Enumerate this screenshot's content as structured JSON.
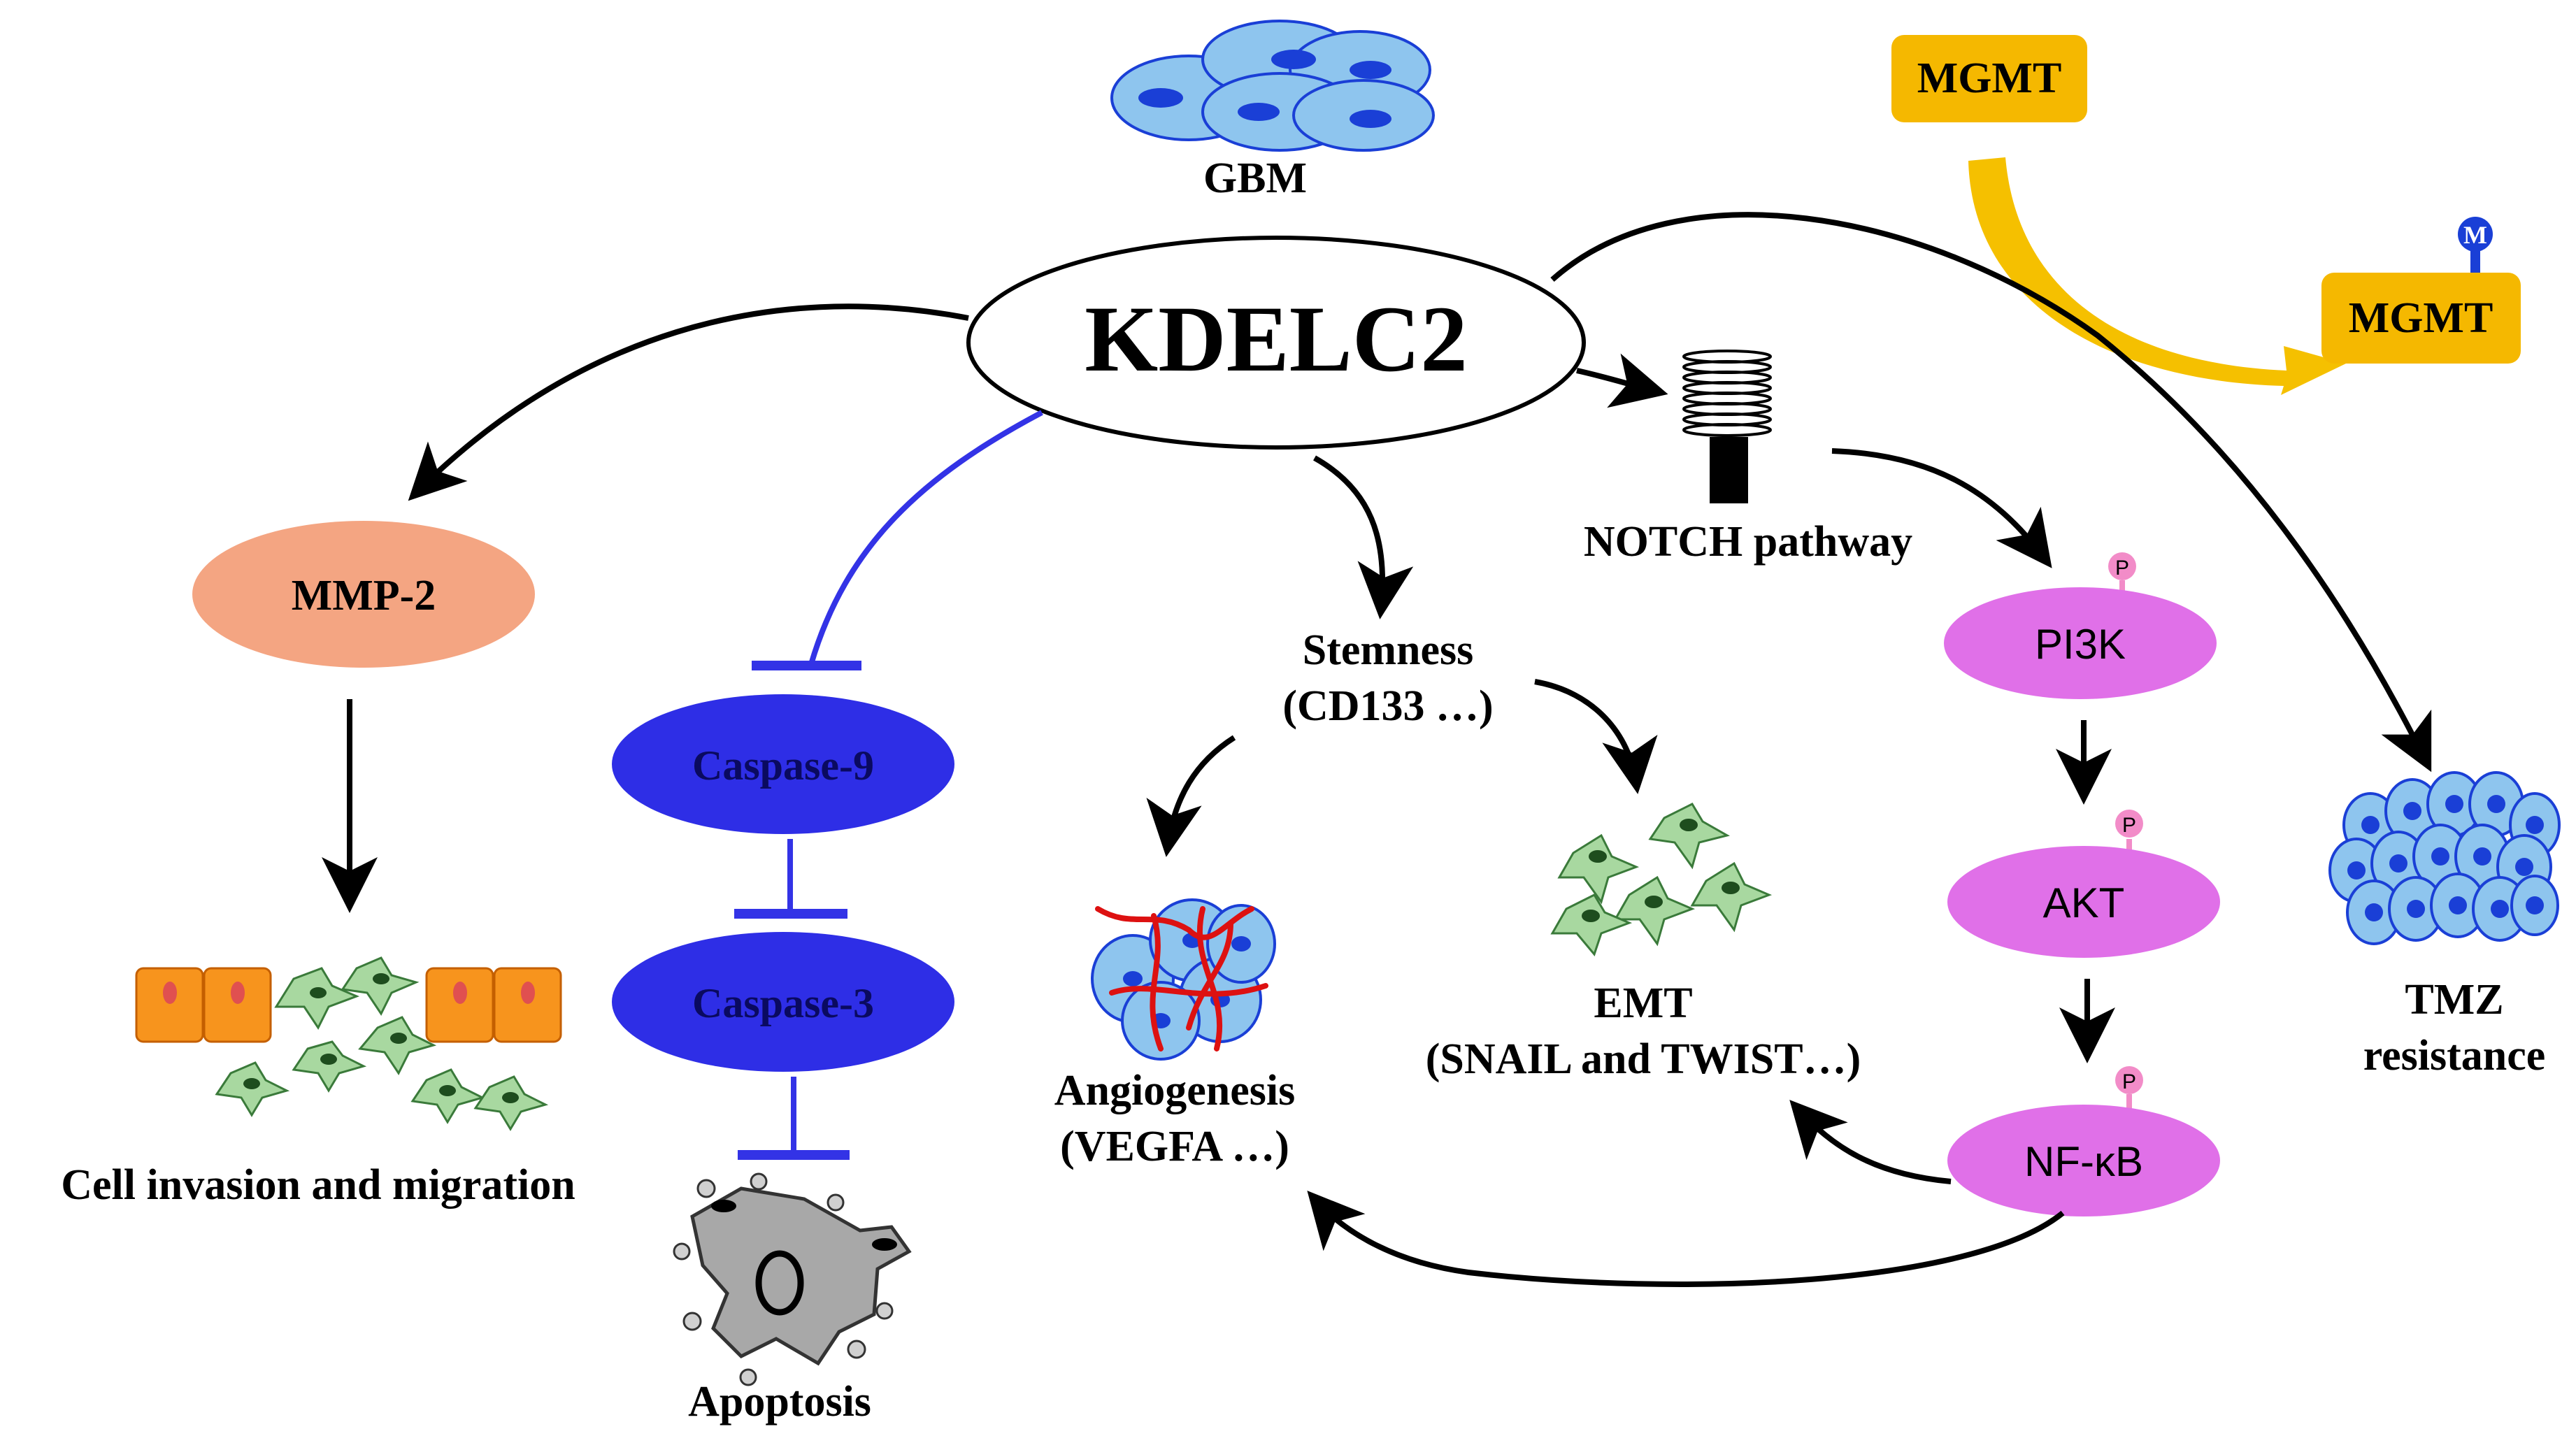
{
  "nodes": {
    "gbm": "GBM",
    "kdelc2": "KDELC2",
    "mgmt_top": "MGMT",
    "mgmt_bottom": "MGMT",
    "mgmt_methyl": "M",
    "mmp2": "MMP-2",
    "caspase9": "Caspase-9",
    "caspase3": "Caspase-3",
    "stemness": "Stemness",
    "stemness_markers": "(CD133 …)",
    "notch": "NOTCH pathway",
    "pi3k": "PI3K",
    "akt": "AKT",
    "nfkb": "NF-κB",
    "phospho": "P",
    "angiogenesis": "Angiogenesis",
    "angiogenesis_markers": "(VEGFA …)",
    "emt": "EMT",
    "emt_markers": "(SNAIL and TWIST…)",
    "tmz_line1": "TMZ",
    "tmz_line2": "resistance",
    "invasion": "Cell invasion and migration",
    "apoptosis": "Apoptosis"
  },
  "colors": {
    "arrow": "#000000",
    "inhibit": "#3333e6",
    "mmp2_fill": "#f4a582",
    "caspase_fill": "#2e2ee6",
    "pathway_fill": "#e070e8",
    "mgmt_fill": "#f5b800",
    "mgmt_arrow": "#f5c000",
    "cell_fill": "#8ec5ee",
    "cell_nucleus": "#1a3fd6",
    "emt_cell_fill": "#a8d8a0",
    "epithelial_fill": "#f7941d",
    "vessel": "#dd1111",
    "phospho_fill": "#f28cc8"
  }
}
